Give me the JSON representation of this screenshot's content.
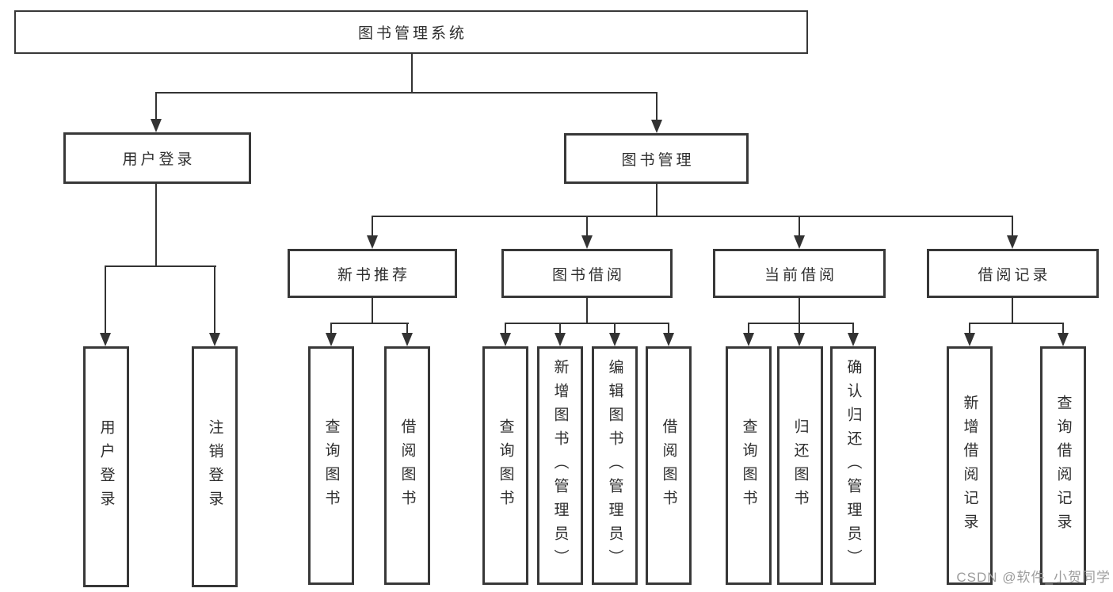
{
  "diagram": {
    "title": "图书管理系统",
    "nodes": {
      "root": "图书管理系统",
      "user_login": "用户登录",
      "book_mgmt": "图书管理",
      "new_book": "新书推荐",
      "book_borrow": "图书借阅",
      "current_borrow": "当前借阅",
      "borrow_record": "借阅记录",
      "user_login_children": [
        "用户登录",
        "注销登录"
      ],
      "new_book_children": [
        "查询图书",
        "借阅图书"
      ],
      "book_borrow_children": [
        "查询图书",
        "新增图书（管理员）",
        "编辑图书（管理员）",
        "借阅图书"
      ],
      "current_borrow_children": [
        "查询图书",
        "归还图书",
        "确认归还（管理员）"
      ],
      "borrow_record_children": [
        "新增借阅记录",
        "查询借阅记录"
      ]
    },
    "colors": {
      "line": "#333333",
      "border": "#383838",
      "text": "#2e2e2e",
      "background": "#ffffff",
      "watermark": "#9d9d9d"
    }
  },
  "watermark": {
    "text": "CSDN @软件_小贺同学"
  }
}
